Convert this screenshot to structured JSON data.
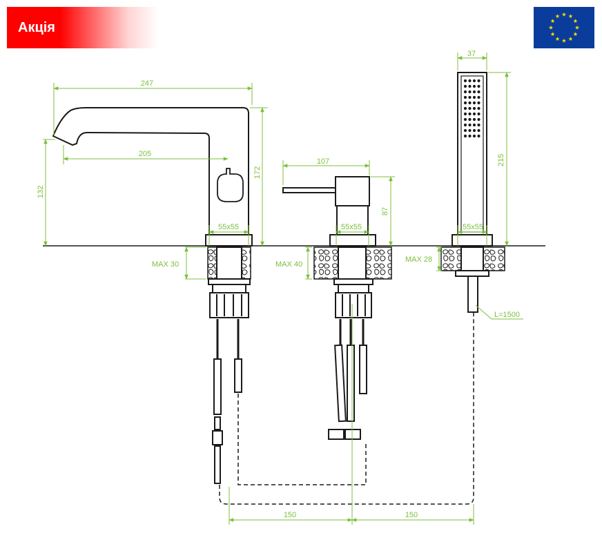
{
  "badge": {
    "label": "Акція"
  },
  "colors": {
    "accent": "#ff0000",
    "flag_blue": "#0a3d9b",
    "flag_star": "#ffd700",
    "dimension": "#7cbf3c",
    "outline": "#1a1a1a"
  },
  "icons": {
    "flag": "eu-flag-icon"
  },
  "dimensions": {
    "spout_length": "247",
    "spout_reach": "205",
    "spout_height": "172",
    "spout_outlet_height": "132",
    "base_spout": "55x55",
    "mixer_width": "107",
    "mixer_height": "87",
    "base_mixer": "55x55",
    "shower_width": "37",
    "shower_height": "215",
    "base_shower": "55x55",
    "max_spout": "MAX 30",
    "max_mixer": "MAX 40",
    "max_shower": "MAX 28",
    "hose_length": "L=1500",
    "spacing_left": "150",
    "spacing_right": "150"
  }
}
